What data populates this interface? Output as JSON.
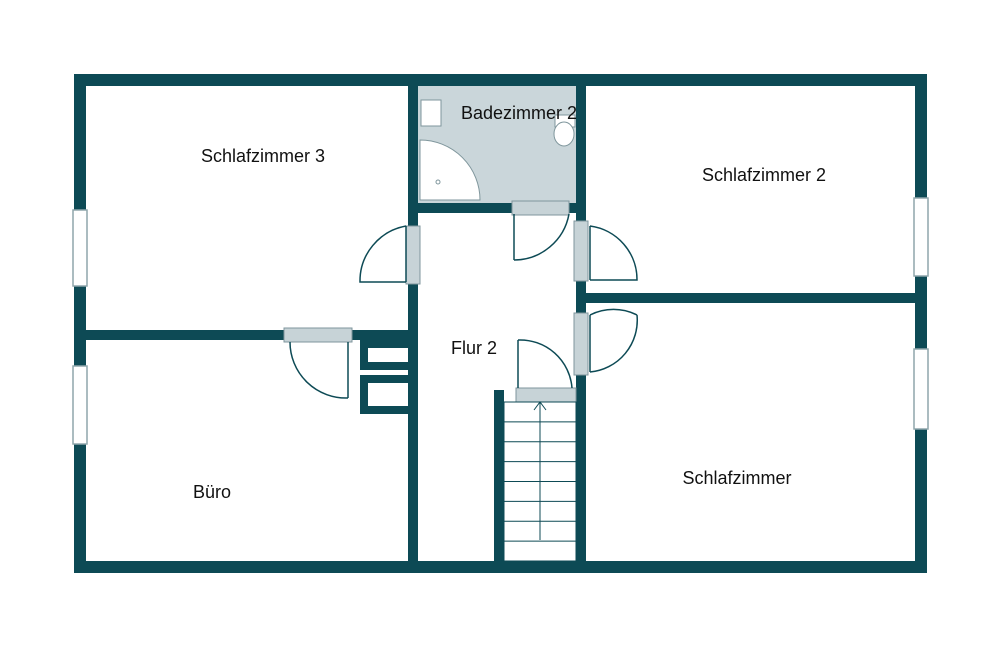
{
  "floorplan": {
    "rooms": {
      "bedroom3": {
        "label": "Schlafzimmer 3"
      },
      "bathroom2": {
        "label": "Badezimmer 2"
      },
      "bedroom2": {
        "label": "Schlafzimmer 2"
      },
      "hallway2": {
        "label": "Flur 2"
      },
      "office": {
        "label": "Büro"
      },
      "bedroom": {
        "label": "Schlafzimmer"
      }
    },
    "colors": {
      "wall": "#0d4a55",
      "bathroom_floor": "#cad6da",
      "door_leaf": "#c7d3d7",
      "background": "#ffffff"
    }
  }
}
